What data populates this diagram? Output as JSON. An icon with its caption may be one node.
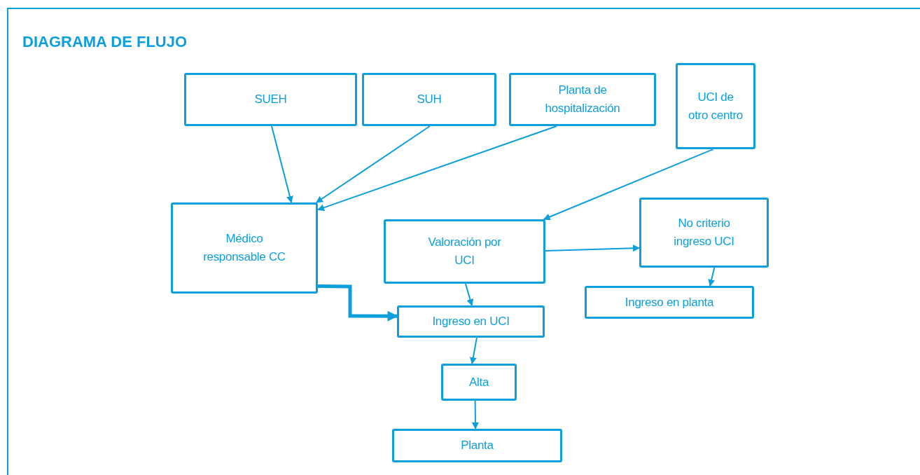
{
  "diagram": {
    "title": "DIAGRAMA DE FLUJO",
    "nodes": [
      {
        "text": [
          "SUEH"
        ]
      },
      {
        "text": [
          "SUH"
        ]
      },
      {
        "text": [
          "Planta de hospitalización"
        ]
      },
      {
        "text": [
          "UCI de otro centro"
        ]
      },
      {
        "text": [
          "Médico responsable CC"
        ]
      },
      {
        "text": [
          "Valoración por UCI"
        ]
      },
      {
        "text": [
          "No criterio ingreso UCI"
        ]
      },
      {
        "text": [
          "Ingreso en planta"
        ]
      },
      {
        "text": [
          "Ingreso en UCI"
        ]
      },
      {
        "text": [
          "Alta"
        ]
      },
      {
        "text": [
          "Planta"
        ]
      }
    ],
    "edges": [
      {
        "from": 0,
        "to": 4,
        "arrow": "to"
      },
      {
        "from": 1,
        "to": 4,
        "arrow": "to"
      },
      {
        "from": 2,
        "to": 4,
        "arrow": "to"
      },
      {
        "from": 3,
        "to": 5,
        "arrow": "to"
      },
      {
        "from": 5,
        "to": 6,
        "arrow": "to"
      },
      {
        "from": 6,
        "to": 7,
        "arrow": "to"
      },
      {
        "from": 5,
        "to": 8,
        "arrow": "to"
      },
      {
        "from": 4,
        "to": 8,
        "arrow": "to",
        "style": "thick"
      },
      {
        "from": 8,
        "to": 9,
        "arrow": "to"
      },
      {
        "from": 9,
        "to": 10,
        "arrow": "to"
      }
    ]
  }
}
